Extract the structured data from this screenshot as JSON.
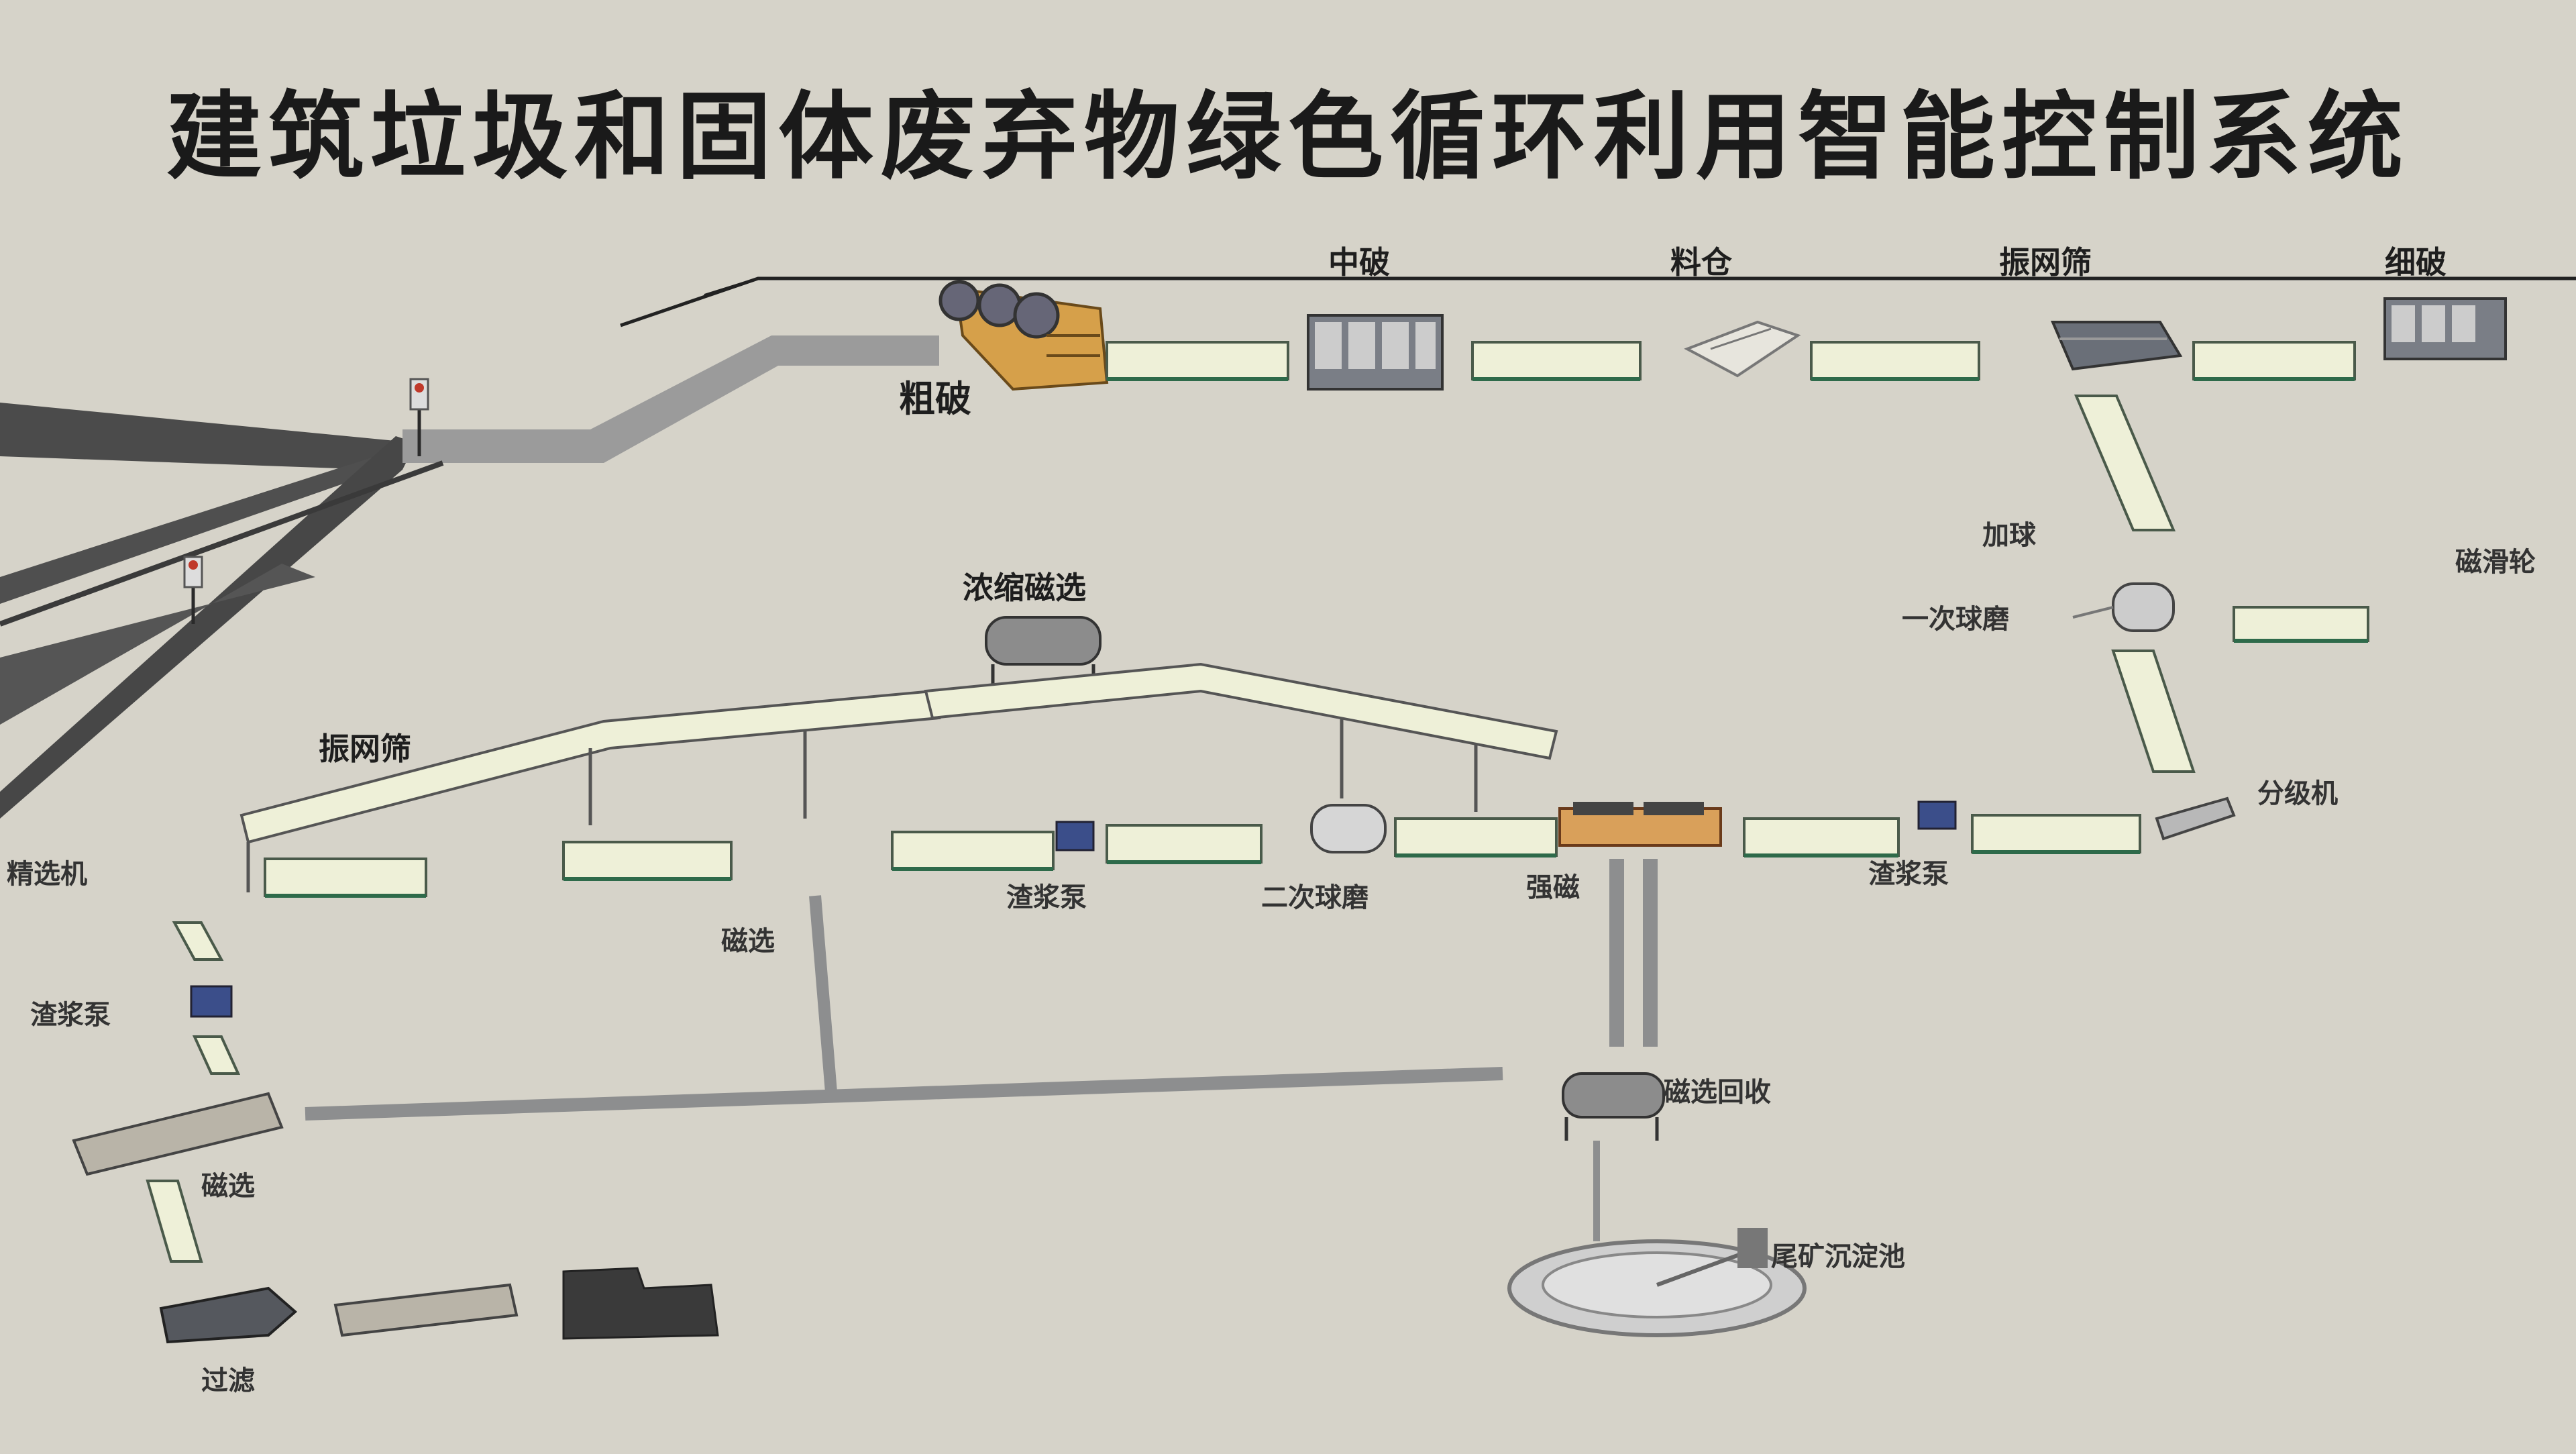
{
  "title": "建筑垃圾和固体废弃物绿色循环利用智能控制系统",
  "labels": {
    "primary_crusher": "粗破",
    "secondary_crusher": "中破",
    "silo": "料仓",
    "vibrating_screen_top": "振网筛",
    "fine_crusher": "细破",
    "add_balls": "加球",
    "magnetic_pulley": "磁滑轮",
    "primary_ball_mill": "一次球磨",
    "classifier": "分级机",
    "slurry_pump_right": "渣浆泵",
    "strong_magnetic": "强磁",
    "secondary_ball_mill": "二次球磨",
    "slurry_pump_mid": "渣浆泵",
    "concentration_magnetic": "浓缩磁选",
    "vibrating_screen_left": "振网筛",
    "magnetic_separation_mid": "磁选",
    "concentrator": "精选机",
    "slurry_pump_left": "渣浆泵",
    "magnetic_separation_left": "磁选",
    "filter": "过滤",
    "magnetic_recovery": "磁选回收",
    "tailings_pond": "尾矿沉淀池"
  },
  "colors": {
    "background": "#d6d3c9",
    "road": "#4a4a4a",
    "pipe": "#8d8e8f",
    "conveyor": "#eef0d8",
    "machine": "#6e727a",
    "crusher_frame": "#d6a04a",
    "signal": "#c0392b"
  }
}
